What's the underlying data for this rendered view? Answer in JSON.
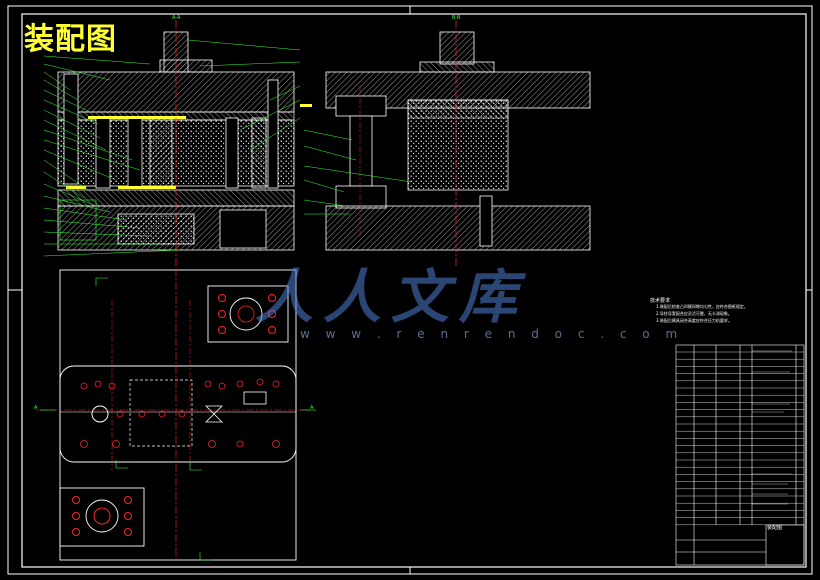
{
  "title": "装配图",
  "watermark": {
    "logo_text": "人人文库",
    "url": "w w w . r e n r e n d o c . c o m"
  },
  "section_marks": {
    "top_left": "A-A",
    "top_right": "B-B",
    "left_A": "A",
    "right_A": "A"
  },
  "notes": {
    "heading": "技术要求",
    "lines": [
      "1.装配后检查凸凹模间隙均匀性，应符合图纸规定。",
      "2.导柱导套配合应灵活可靠，无卡滞现象。",
      "3.装配后模具闭合高度应符合压力机要求。"
    ]
  },
  "title_block": {
    "drawing_name": "装配图"
  },
  "colors": {
    "background": "#000000",
    "frame": "#ffffff",
    "center_line": "#ff2020",
    "leader": "#33ff33",
    "title": "#ffff33",
    "hatch": "#ffffff",
    "watermark": "#4f7fd6",
    "part_highlight": "#ffff33",
    "cyan": "#00e0e0"
  }
}
